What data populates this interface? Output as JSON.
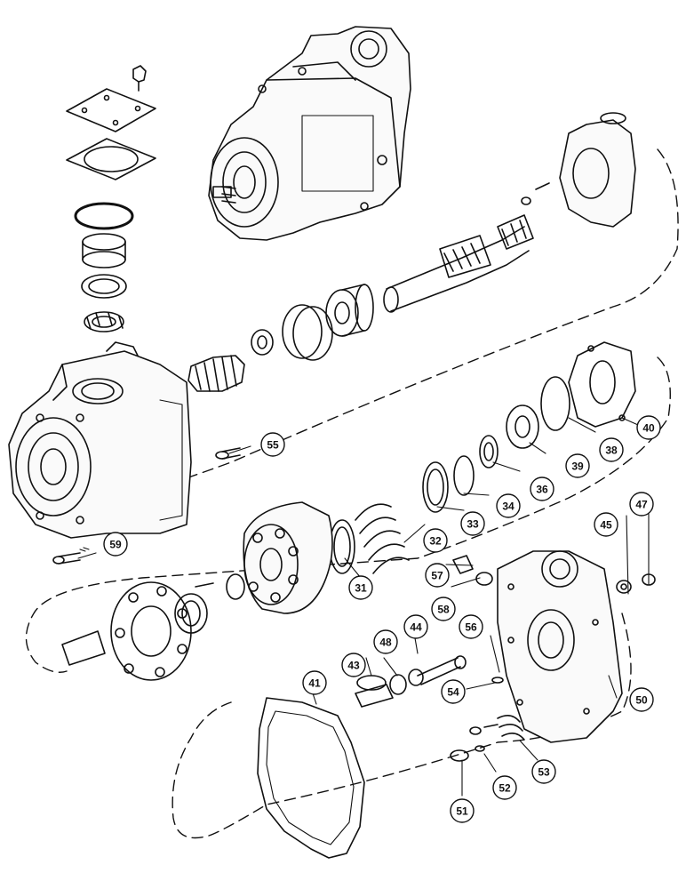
{
  "diagram": {
    "callouts": [
      {
        "id": "c31",
        "label": "31"
      },
      {
        "id": "c32",
        "label": "32"
      },
      {
        "id": "c33",
        "label": "33"
      },
      {
        "id": "c34",
        "label": "34"
      },
      {
        "id": "c36",
        "label": "36"
      },
      {
        "id": "c38",
        "label": "38"
      },
      {
        "id": "c39",
        "label": "39"
      },
      {
        "id": "c40",
        "label": "40"
      },
      {
        "id": "c41",
        "label": "41"
      },
      {
        "id": "c43",
        "label": "43"
      },
      {
        "id": "c44",
        "label": "44"
      },
      {
        "id": "c45",
        "label": "45"
      },
      {
        "id": "c47",
        "label": "47"
      },
      {
        "id": "c48",
        "label": "48"
      },
      {
        "id": "c50",
        "label": "50"
      },
      {
        "id": "c51",
        "label": "51"
      },
      {
        "id": "c52",
        "label": "52"
      },
      {
        "id": "c53",
        "label": "53"
      },
      {
        "id": "c54",
        "label": "54"
      },
      {
        "id": "c55",
        "label": "55"
      },
      {
        "id": "c56",
        "label": "56"
      },
      {
        "id": "c57",
        "label": "57"
      },
      {
        "id": "c58",
        "label": "58"
      },
      {
        "id": "c59",
        "label": "59"
      }
    ]
  }
}
